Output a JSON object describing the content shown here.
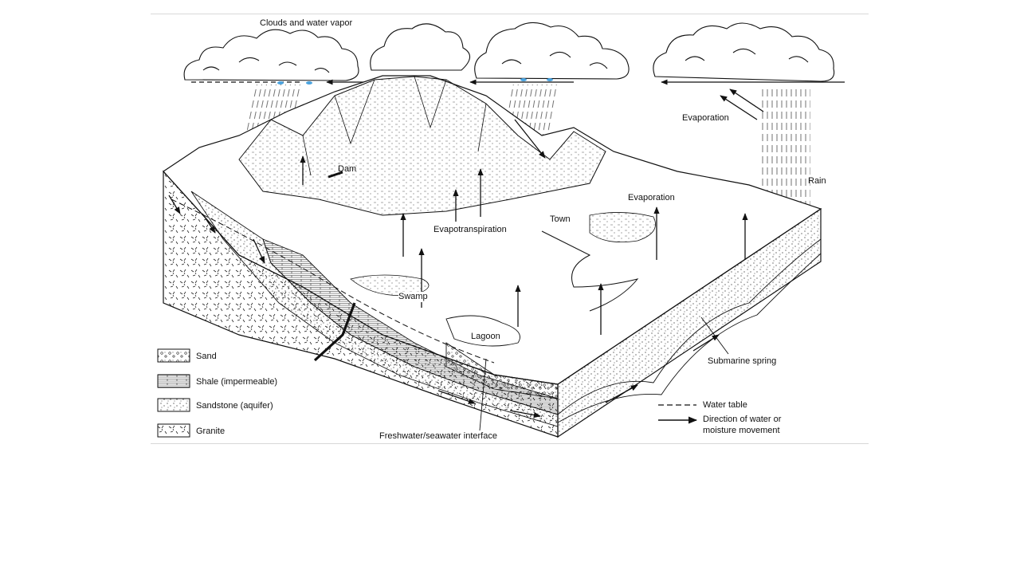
{
  "labels": {
    "clouds": "Clouds and water vapor",
    "evaporation_right": "Evaporation",
    "rain": "Rain",
    "dam": "Dam",
    "evaporation_center": "Evaporation",
    "town": "Town",
    "evapotranspiration": "Evapotranspiration",
    "swamp": "Swamp",
    "lagoon": "Lagoon",
    "submarine_spring": "Submarine spring",
    "interface": "Freshwater/seawater interface"
  },
  "legend": {
    "sand": "Sand",
    "shale": "Shale (impermeable)",
    "sandstone": "Sandstone (aquifer)",
    "granite": "Granite"
  },
  "key": {
    "water_table": "Water table",
    "direction_line1": "Direction of water or",
    "direction_line2": "moisture movement"
  },
  "colors": {
    "ink": "#111111",
    "rain_drop": "#4aa3df"
  }
}
